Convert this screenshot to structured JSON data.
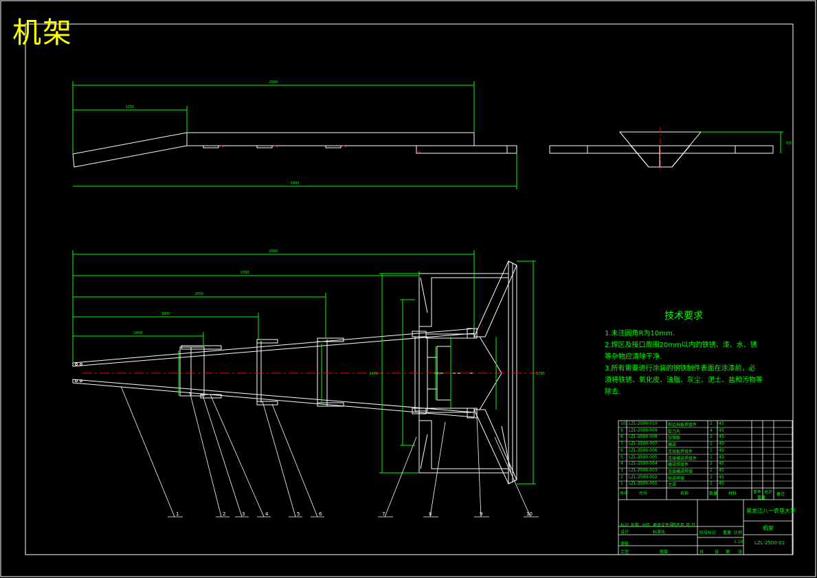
{
  "title": "机架",
  "tech_requirements": {
    "heading": "技术要求",
    "lines": [
      "1.未注圆角R为10mm.",
      "2.焊区及接口周围20mm以内的铁锈、漆、水、锈",
      "等杂物应清除干净.",
      "3.所有需要进行涂装的钢铁制件表面在涂漆前，必",
      "须将铁锈、氧化皮、油脂、灰尘、泥土、盐和污物等除去."
    ]
  },
  "part_labels": [
    "1",
    "2",
    "3",
    "4",
    "5",
    "6",
    "7",
    "8",
    "9",
    "10"
  ],
  "dimensions": {
    "top_view": [
      "2500",
      "1250",
      "2900"
    ],
    "side_view": [
      "700"
    ],
    "plan_view": [
      "2500",
      "2260",
      "2050",
      "1800",
      "1450",
      "600",
      "1400",
      "1700"
    ]
  },
  "bom": {
    "headers": [
      "序号",
      "代号",
      "名称",
      "数量",
      "材料",
      "单件",
      "总计",
      "重量",
      "备注"
    ],
    "rows": [
      [
        "10",
        "LZL-2500-010",
        "侧边挡板焊接件",
        "2",
        "45"
      ],
      [
        "9",
        "LZL-2500-009",
        "犁刀片",
        "4",
        "45"
      ],
      [
        "8",
        "LZL-2500-008",
        "加强板",
        "2",
        "45"
      ],
      [
        "7",
        "LZL-2500-007",
        "横梁",
        "1",
        "45"
      ],
      [
        "6",
        "LZL-2500-006",
        "连接板焊接件",
        "1",
        "45"
      ],
      [
        "5",
        "LZL-2500-005",
        "连接横梁焊接件",
        "1",
        "45"
      ],
      [
        "4",
        "LZL-2500-004",
        "横梁焊接件",
        "2",
        "45"
      ],
      [
        "3",
        "LZL-2500-003",
        "连接横梁焊接",
        "2",
        "45"
      ],
      [
        "2",
        "LZL-2500-002",
        "纵梁焊接",
        "2",
        "45"
      ],
      [
        "1",
        "LZL-2500-001",
        "主梁",
        "2",
        "45"
      ]
    ],
    "signature_cells": [
      "标记",
      "处数",
      "分区",
      "更改文件号",
      "签名",
      "年.月.日",
      "设计",
      "标准化",
      "阶段标记",
      "重量",
      "比例",
      "审核",
      "工艺",
      "批准",
      "共",
      "张",
      "第",
      "张"
    ],
    "scale": "1:10",
    "university": "黑龙江八一农垦大学",
    "part_name": "机架",
    "drawing_number": "LZL-2500-01"
  }
}
